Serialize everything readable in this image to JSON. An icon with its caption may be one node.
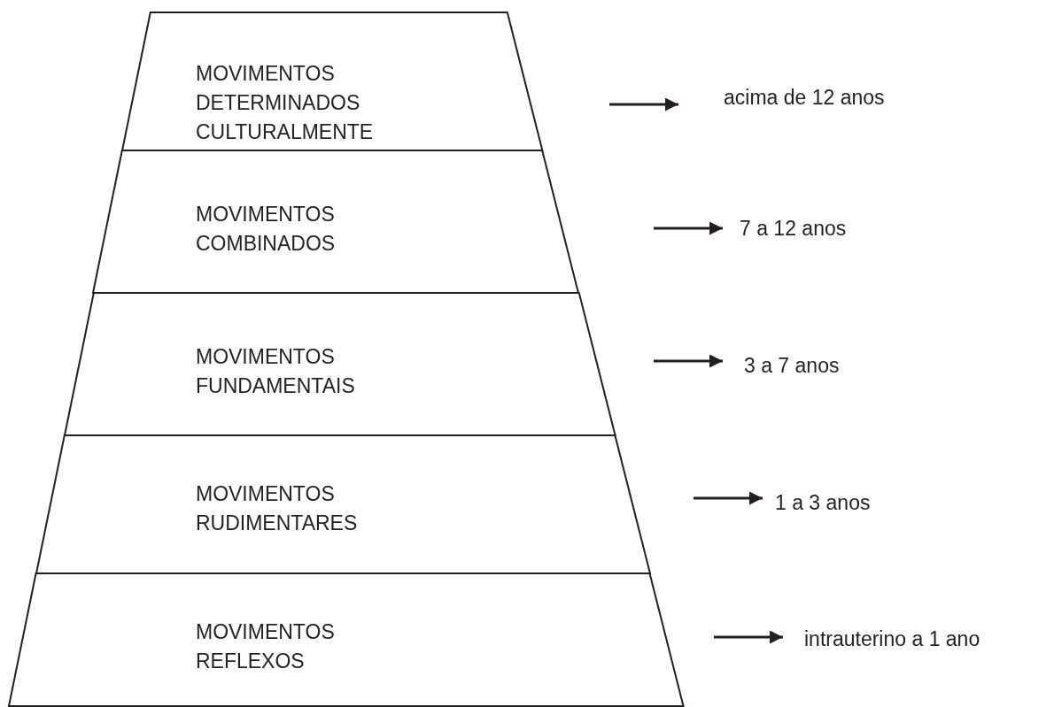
{
  "diagram": {
    "nodes": [
      {
        "text": [
          "MOVIMENTOS DETERMINADOS CULTURALMENTE"
        ]
      },
      {
        "text": [
          "MOVIMENTOS COMBINADOS"
        ]
      },
      {
        "text": [
          "MOVIMENTOS FUNDAMENTAIS"
        ]
      },
      {
        "text": [
          "MOVIMENTOS RUDIMENTARES"
        ]
      },
      {
        "text": [
          "MOVIMENTOS REFLEXOS"
        ]
      },
      {
        "text": [
          "acima de 12 anos"
        ]
      },
      {
        "text": [
          "7 a 12 anos"
        ]
      },
      {
        "text": [
          "3 a 7 anos"
        ]
      },
      {
        "text": [
          "1 a 3 anos"
        ]
      },
      {
        "text": [
          "intrauterino a 1 ano"
        ]
      }
    ],
    "edges": [
      {
        "from": null,
        "to": 5,
        "arrow": "to"
      },
      {
        "from": null,
        "to": 6,
        "arrow": "to"
      },
      {
        "from": null,
        "to": 7,
        "arrow": "to"
      },
      {
        "from": null,
        "to": 8,
        "arrow": "to"
      },
      {
        "from": null,
        "to": 9,
        "arrow": "to"
      }
    ]
  }
}
